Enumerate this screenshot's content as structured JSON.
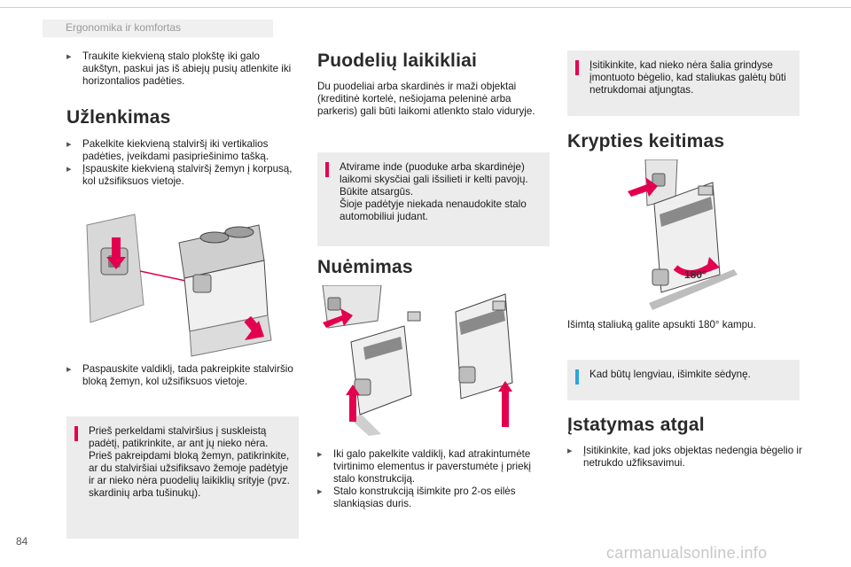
{
  "header": {
    "section_title": "Ergonomika ir komfortas"
  },
  "col1": {
    "bullet_top": "Traukite kiekvieną stalo plokštę iki galo aukštyn, paskui jas iš abiejų pusių atlenkite iki horizontalios padėties.",
    "heading": "Užlenkimas",
    "bullet_1": "Pakelkite kiekvieną stalviršį iki vertikalios padėties, įveikdami pasipriešinimo tašką.",
    "bullet_2": "Įspauskite kiekvieną stalviršį žemyn į korpusą, kol užsifiksuos vietoje.",
    "bullet_3": "Paspauskite valdiklį, tada pakreipkite stalviršio bloką žemyn, kol užsifiksuos vietoje.",
    "warning": "Prieš perkeldami stalviršius į suskleistą padėtį, patikrinkite, ar ant jų nieko nėra. Prieš pakreipdami bloką žemyn, patikrinkite, ar du stalviršiai užsifiksavo žemoje padėtyje ir ar nieko nėra puodelių laikiklių srityje (pvz. skardinių arba tušinukų)."
  },
  "col2": {
    "heading": "Puodelių laikikliai",
    "para": "Du puodeliai arba skardinės ir maži objektai (kreditinė kortelė, nešiojama peleninė arba parkeris) gali būti laikomi atlenkto stalo viduryje.",
    "warning": "Atvirame inde (puoduke arba skardinėje) laikomi skysčiai gali išsilieti ir kelti pavojų. Būkite atsargūs.\nŠioje padėtyje niekada nenaudokite stalo automobiliui judant.",
    "heading_2": "Nuėmimas",
    "bullet_1": "Iki galo pakelkite valdiklį, kad atrakintumėte tvirtinimo elementus ir paverstumėte į priekį stalo konstrukciją.",
    "bullet_2": "Stalo konstrukciją išimkite pro 2-os eilės slankiąsias duris."
  },
  "col3": {
    "warning": "Įsitikinkite, kad nieko nėra šalia grindyse įmontuoto bėgelio, kad staliukas galėtų būti netrukdomai atjungtas.",
    "heading": "Krypties keitimas",
    "rotation_label": "180°",
    "para": "Išimtą staliuką galite apsukti 180° kampu.",
    "info": "Kad būtų lengviau, išimkite sėdynę.",
    "heading_2": "Įstatymas atgal",
    "bullet_1": "Įsitikinkite, kad joks objektas nedengia bėgelio ir netrukdo užfiksavimui."
  },
  "footer": {
    "page_number": "84",
    "watermark": "carmanualsonline.info"
  },
  "colors": {
    "warning": "#e3004f",
    "info": "#2ea3dc",
    "box_bg": "#ececec",
    "arrow": "#e3004f"
  }
}
